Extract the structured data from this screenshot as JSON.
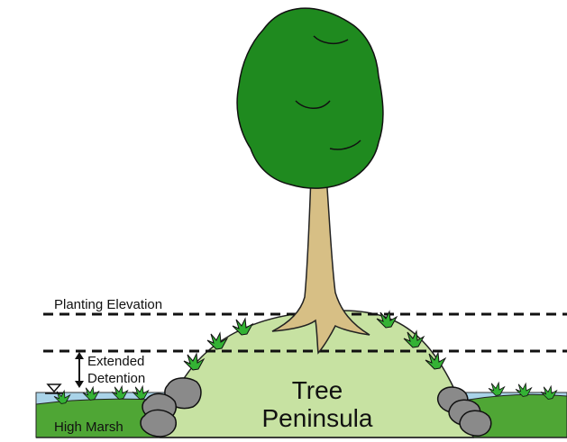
{
  "labels": {
    "planting_elevation": "Planting Elevation",
    "extended": "Extended",
    "detention": "Detention",
    "high_marsh": "High Marsh",
    "tree": "Tree",
    "peninsula": "Peninsula"
  },
  "colors": {
    "foliage": "#1f8a1f",
    "trunk": "#d7bf85",
    "mound": "#c7e2a2",
    "water": "#a9d3e8",
    "marsh": "#4fa635",
    "rock": "#8a8a8a",
    "plant": "#34b234"
  }
}
